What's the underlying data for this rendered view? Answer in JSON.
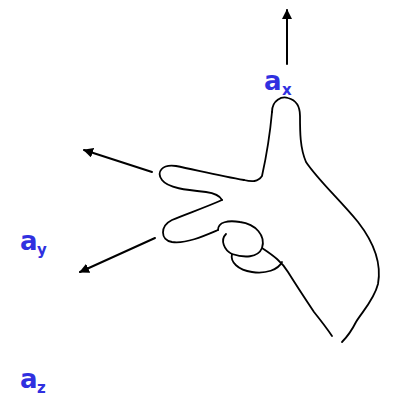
{
  "diagram": {
    "labels": [
      "a",
      "x",
      "a",
      "y",
      "a",
      "z"
    ]
  }
}
